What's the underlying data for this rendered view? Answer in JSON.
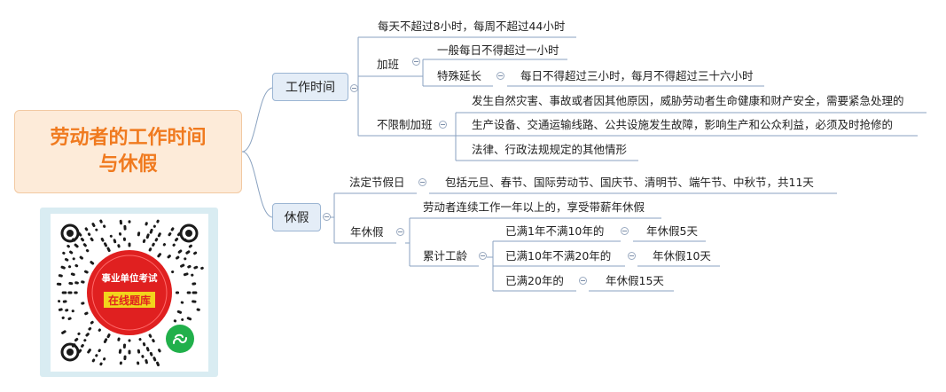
{
  "root": {
    "line1": "劳动者的工作时间",
    "line2": "与休假"
  },
  "work": {
    "label": "工作时间",
    "standard": "每天不超过8小时，每周不超过44小时",
    "overtime": {
      "label": "加班",
      "normal": "一般每日不得超过一小时",
      "special_label": "特殊延长",
      "special_value": "每日不得超过三小时，每月不得超过三十六小时"
    },
    "unlimited": {
      "label": "不限制加班",
      "items": [
        "发生自然灾害、事故或者因其他原因，威胁劳动者生命健康和财产安全，需要紧急处理的",
        "生产设备、交通运输线路、公共设施发生故障，影响生产和公众利益，必须及时抢修的",
        "法律、行政法规规定的其他情形"
      ]
    }
  },
  "leave": {
    "label": "休假",
    "holidays": {
      "label": "法定节假日",
      "value": "包括元旦、春节、国际劳动节、国庆节、清明节、端午节、中秋节，共11天"
    },
    "annual": {
      "label": "年休假",
      "eligibility": "劳动者连续工作一年以上的，享受带薪年休假",
      "seniority_label": "累计工龄",
      "tiers": [
        {
          "years": "已满1年不满10年的",
          "days": "年休假5天"
        },
        {
          "years": "已满10年不满20年的",
          "days": "年休假10天"
        },
        {
          "years": "已满20年的",
          "days": "年休假15天"
        }
      ]
    }
  },
  "qr": {
    "line1": "事业单位考试",
    "line2": "在线题库"
  },
  "colors": {
    "root_text": "#f07a1f",
    "root_bg": "#fdebd9",
    "branch_bg": "#e4edf7",
    "line": "#8aa2c0",
    "qr_red": "#e02020",
    "qr_green": "#21b04b"
  }
}
